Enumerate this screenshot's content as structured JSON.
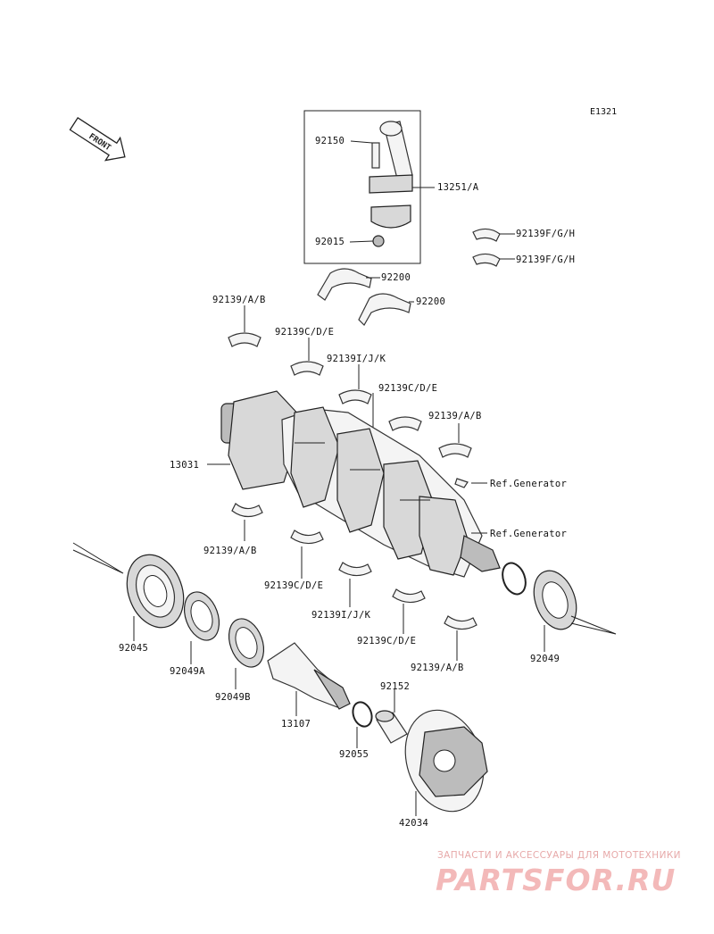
{
  "diagram_code": "E1321",
  "front_badge": "FRONT",
  "labels": {
    "p92150": "92150",
    "p13251": "13251/A",
    "p92015": "92015",
    "p92139fgh_1": "92139F/G/H",
    "p92139fgh_2": "92139F/G/H",
    "p92200_1": "92200",
    "p92200_2": "92200",
    "p92139ab_1": "92139/A/B",
    "p92139cde_1": "92139C/D/E",
    "p92139ijk_1": "92139I/J/K",
    "p92139cde_2": "92139C/D/E",
    "p92139ab_2": "92139/A/B",
    "p13031": "13031",
    "ref_gen_1": "Ref.Generator",
    "ref_gen_2": "Ref.Generator",
    "p92139ab_3": "92139/A/B",
    "p92139cde_3": "92139C/D/E",
    "p92139ijk_2": "92139I/J/K",
    "p92139cde_4": "92139C/D/E",
    "p92139ab_4": "92139/A/B",
    "p92045": "92045",
    "p92049a": "92049A",
    "p92049b": "92049B",
    "p13107": "13107",
    "p92152": "92152",
    "p92055": "92055",
    "p92049": "92049",
    "p42034": "42034"
  },
  "watermark": {
    "tagline": "ЗАПЧАСТИ И АКСЕССУАРЫ ДЛЯ МОТОТЕХНИКИ",
    "logo": "PARTSFOR.RU"
  }
}
